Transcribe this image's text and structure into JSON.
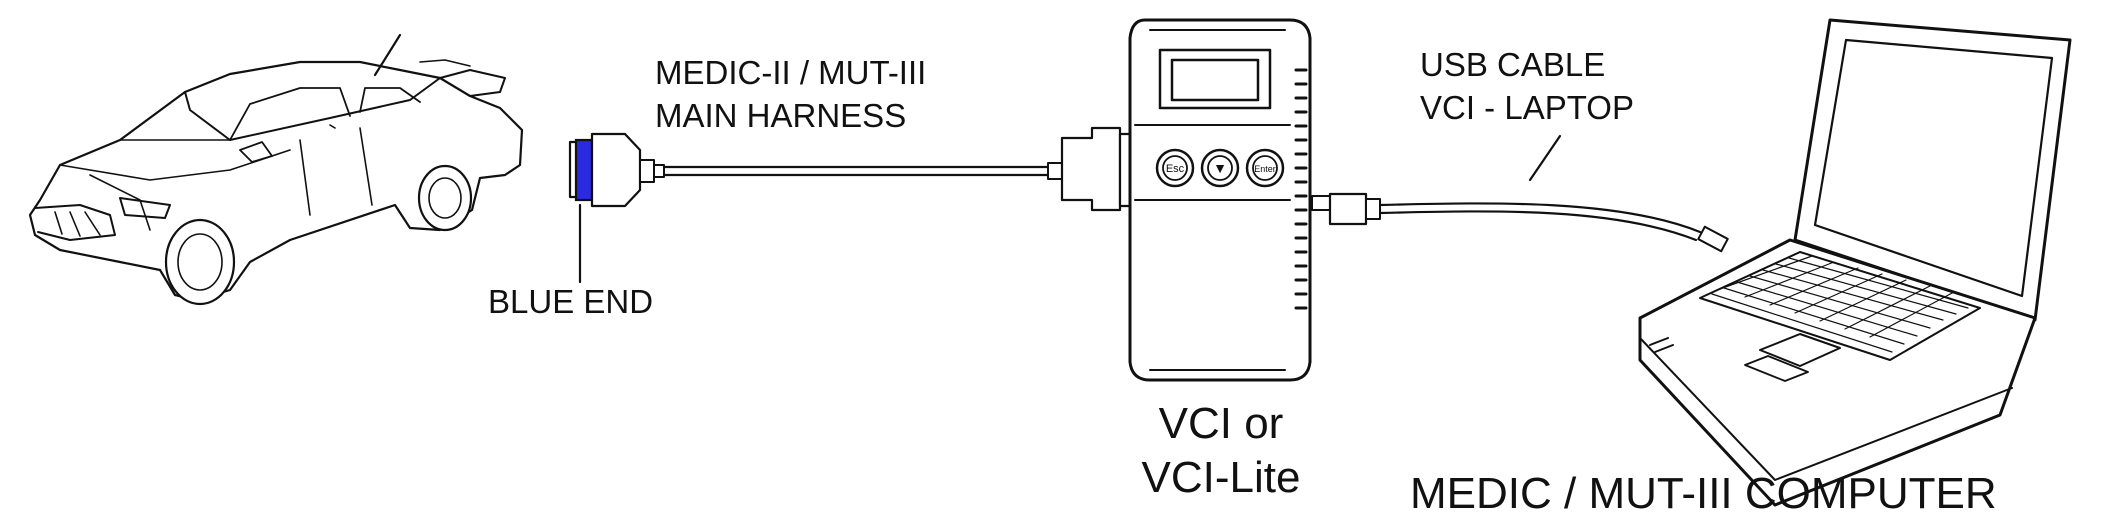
{
  "labels": {
    "main_harness_line1": "MEDIC-II / MUT-III",
    "main_harness_line2": "MAIN HARNESS",
    "usb_cable_line1": "USB CABLE",
    "usb_cable_line2": "VCI - LAPTOP",
    "blue_end": "BLUE END",
    "vci_line1": "VCI or",
    "vci_line2": "VCI-Lite",
    "computer": "MEDIC / MUT-III COMPUTER"
  },
  "vci_buttons": {
    "esc": "Esc",
    "down": "▼",
    "enter": "Enter"
  },
  "colors": {
    "blue_end": "#2a2ae0",
    "ink": "#111111"
  }
}
